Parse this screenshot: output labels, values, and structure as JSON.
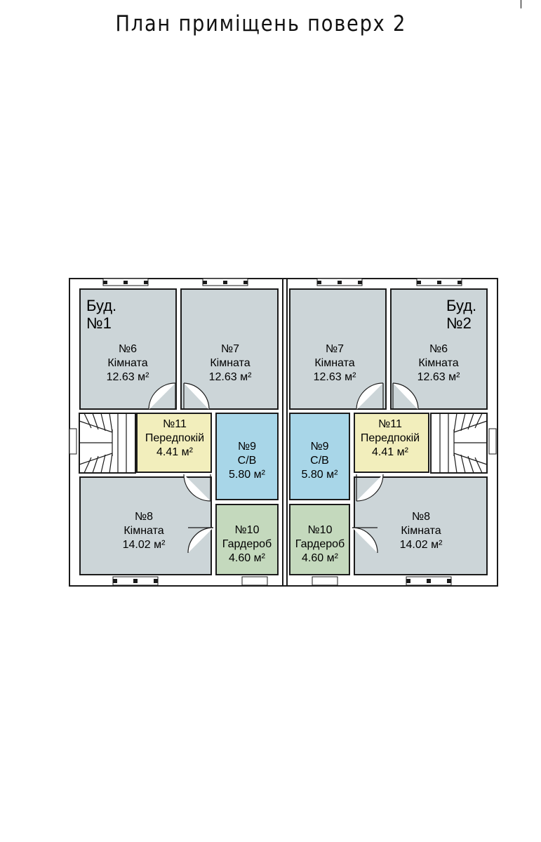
{
  "title": "План приміщень поверх 2",
  "buildings": [
    {
      "label_line1": "Буд.",
      "label_line2": "№1"
    },
    {
      "label_line1": "Буд.",
      "label_line2": "№2"
    }
  ],
  "rooms": {
    "b1_r6": {
      "num": "№6",
      "name": "Кімната",
      "area": "12.63 м²"
    },
    "b1_r7": {
      "num": "№7",
      "name": "Кімната",
      "area": "12.63 м²"
    },
    "b1_r11": {
      "num": "№11",
      "name": "Передпокій",
      "area": "4.41 м²"
    },
    "b1_r9": {
      "num": "№9",
      "name": "С/В",
      "area": "5.80 м²"
    },
    "b1_r8": {
      "num": "№8",
      "name": "Кімната",
      "area": "14.02 м²"
    },
    "b1_r10": {
      "num": "№10",
      "name": "Гардероб",
      "area": "4.60 м²"
    },
    "b2_r7": {
      "num": "№7",
      "name": "Кімната",
      "area": "12.63 м²"
    },
    "b2_r6": {
      "num": "№6",
      "name": "Кімната",
      "area": "12.63 м²"
    },
    "b2_r11": {
      "num": "№11",
      "name": "Передпокій",
      "area": "4.41 м²"
    },
    "b2_r9": {
      "num": "№9",
      "name": "С/В",
      "area": "5.80 м²"
    },
    "b2_r8": {
      "num": "№8",
      "name": "Кімната",
      "area": "14.02 м²"
    },
    "b2_r10": {
      "num": "№10",
      "name": "Гардероб",
      "area": "4.60 м²"
    }
  },
  "colors": {
    "room_gray": "#ccd5d8",
    "bathroom_blue": "#a8d6e8",
    "wardrobe_green": "#c4d9bd",
    "hallway_yellow": "#f2eebc",
    "wall": "#1b1b1b"
  }
}
